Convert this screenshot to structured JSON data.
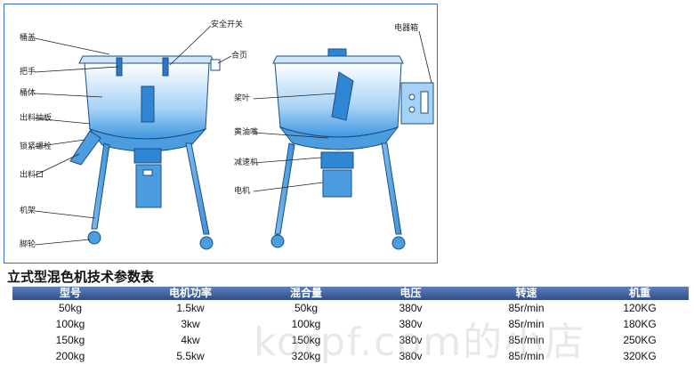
{
  "diagram": {
    "labels": {
      "lid": "桶盖",
      "handle": "把手",
      "barrel": "桶体",
      "outlet_plate": "出料抽板",
      "lock_screw": "锁紧螺栓",
      "outlet": "出料口",
      "frame": "机架",
      "caster": "脚轮",
      "safety_switch": "安全开关",
      "hinge": "合页",
      "electric_box": "电器箱",
      "blade": "桨叶",
      "oil_nozzle": "黄油嘴",
      "reducer": "减速机",
      "motor": "电机"
    }
  },
  "table": {
    "title": "立式型混色机技术参数表",
    "headers": [
      "型号",
      "电机功率",
      "混合量",
      "电压",
      "转速",
      "机重"
    ],
    "rows": [
      [
        "50kg",
        "1.5kw",
        "50kg",
        "380v",
        "85r/min",
        "120KG"
      ],
      [
        "100kg",
        "3kw",
        "100kg",
        "380v",
        "85r/min",
        "180KG"
      ],
      [
        "150kg",
        "4kw",
        "150kg",
        "380v",
        "85r/min",
        "250KG"
      ],
      [
        "200kg",
        "5.5kw",
        "320kg",
        "380v",
        "85r/min",
        "320KG"
      ]
    ]
  },
  "watermark": "korpf.com的小店",
  "colors": {
    "machine_blue": "#4fa3e6",
    "header_blue": "#3f5f9a",
    "frame_border": "#3b6fc4"
  }
}
